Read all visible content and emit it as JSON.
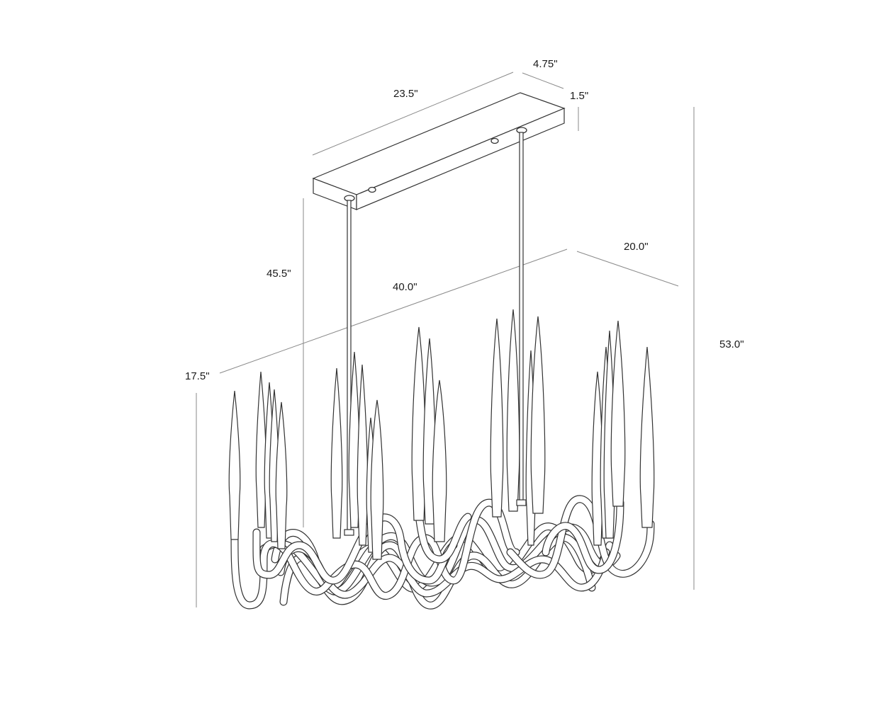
{
  "dimensions": {
    "canopy_length": "23.5\"",
    "canopy_width": "4.75\"",
    "canopy_height": "1.5\"",
    "drop_height": "45.5\"",
    "fixture_length": "40.0\"",
    "fixture_width": "20.0\"",
    "fixture_height": "17.5\"",
    "overall_height": "53.0\""
  }
}
